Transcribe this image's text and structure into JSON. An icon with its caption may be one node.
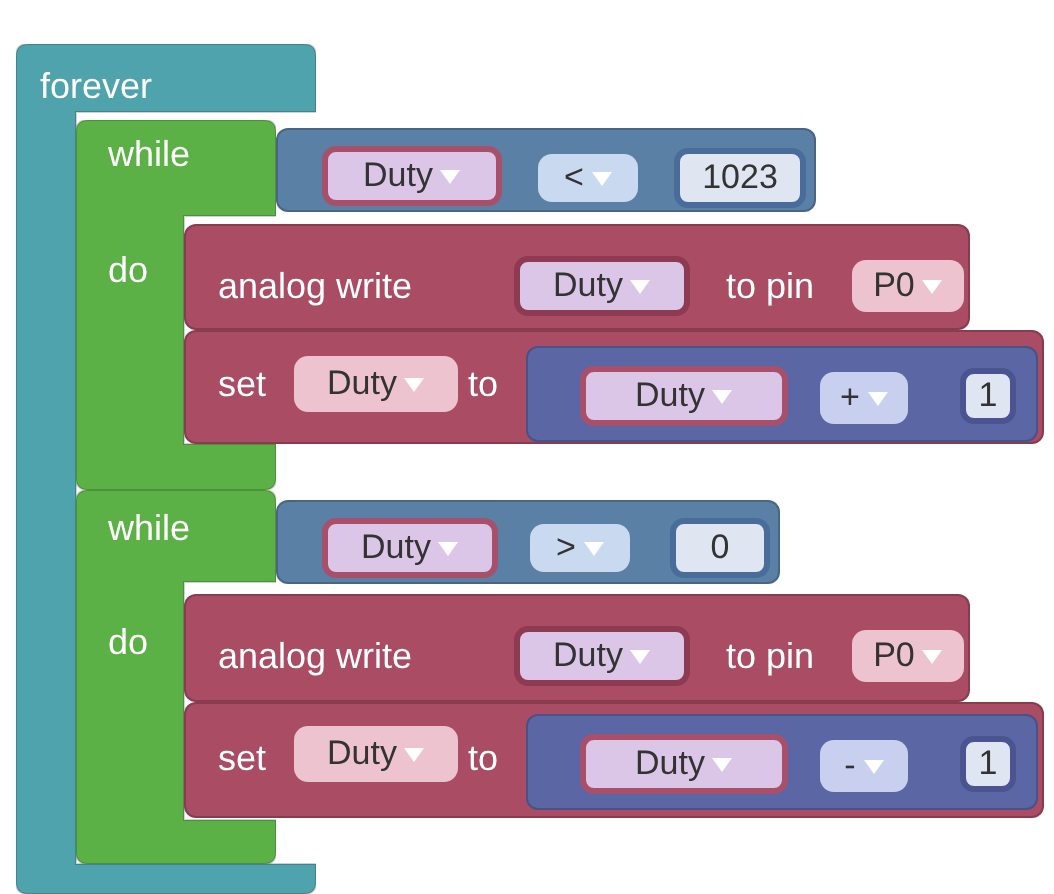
{
  "diagram": {
    "nodes": [
      {
        "text": [
          "forever"
        ]
      },
      {
        "text": [
          "while",
          "do"
        ],
        "in": 0
      },
      {
        "text": [],
        "shape": "box"
      },
      {
        "text": [
          "Duty"
        ],
        "in": 2
      },
      {
        "text": [
          "<"
        ],
        "in": 2
      },
      {
        "text": [
          "1023"
        ],
        "in": 2
      },
      {
        "text": [
          "analog write",
          "to pin"
        ]
      },
      {
        "text": [
          "Duty"
        ],
        "in": 6
      },
      {
        "text": [
          "P0"
        ],
        "in": 6
      },
      {
        "text": [
          "set",
          "to"
        ]
      },
      {
        "text": [
          "Duty"
        ],
        "in": 9
      },
      {
        "text": [],
        "shape": "box",
        "in": 9
      },
      {
        "text": [
          "Duty"
        ],
        "in": 11
      },
      {
        "text": [
          "+"
        ],
        "in": 11
      },
      {
        "text": [
          "1"
        ],
        "in": 11
      },
      {
        "text": [
          "while",
          "do"
        ],
        "in": 0
      },
      {
        "text": [],
        "shape": "box"
      },
      {
        "text": [
          "Duty"
        ],
        "in": 16
      },
      {
        "text": [
          ">"
        ],
        "in": 16
      },
      {
        "text": [
          "0"
        ],
        "in": 16
      },
      {
        "text": [
          "analog write",
          "to pin"
        ]
      },
      {
        "text": [
          "Duty"
        ],
        "in": 20
      },
      {
        "text": [
          "P0"
        ],
        "in": 20
      },
      {
        "text": [
          "set",
          "to"
        ]
      },
      {
        "text": [
          "Duty"
        ],
        "in": 23
      },
      {
        "text": [],
        "shape": "box",
        "in": 23
      },
      {
        "text": [
          "Duty"
        ],
        "in": 25
      },
      {
        "text": [
          "-"
        ],
        "in": 25
      },
      {
        "text": [
          "1"
        ],
        "in": 25
      }
    ]
  }
}
